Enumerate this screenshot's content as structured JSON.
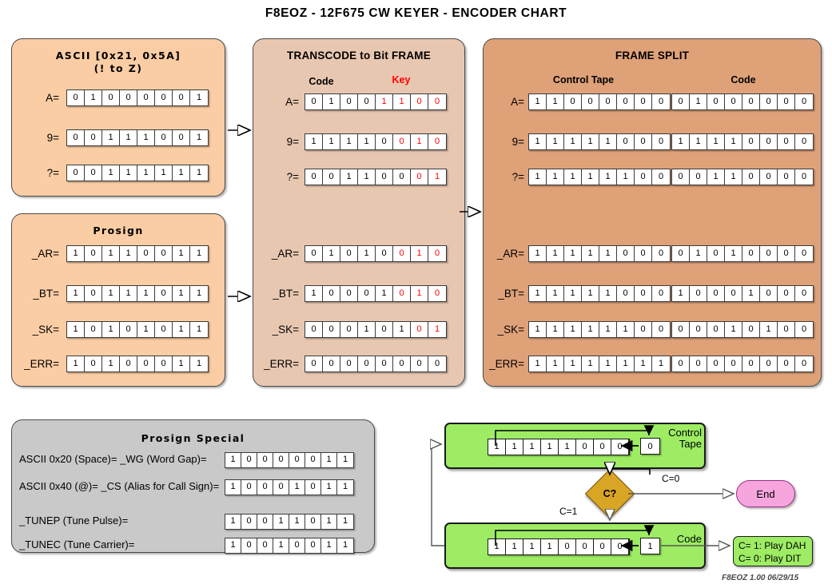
{
  "title": "F8EOZ - 12F675 CW KEYER - ENCODER CHART",
  "footer": "F8EOZ 1.00 06/29/15",
  "colors": {
    "panel_ascii": "#fbcda4",
    "panel_transcode": "#e8c7b1",
    "panel_split": "#dfa178",
    "panel_special": "#c9c9c9",
    "key_red": "#ff0000",
    "flow_green": "#9dec63",
    "decision_gold": "#d9a524",
    "end_pink": "#f6a6dd"
  },
  "panels": {
    "ascii": {
      "title_line1": "ASCII [0x21, 0x5A]",
      "title_line2": "(! to Z)",
      "rows": [
        {
          "label": "A=",
          "bits": [
            "0",
            "1",
            "0",
            "0",
            "0",
            "0",
            "0",
            "1"
          ]
        },
        {
          "label": "9=",
          "bits": [
            "0",
            "0",
            "1",
            "1",
            "1",
            "0",
            "0",
            "1"
          ]
        },
        {
          "label": "?=",
          "bits": [
            "0",
            "0",
            "1",
            "1",
            "1",
            "1",
            "1",
            "1"
          ]
        }
      ]
    },
    "prosign": {
      "title": "Prosign",
      "rows": [
        {
          "label": "_AR=",
          "bits": [
            "1",
            "0",
            "1",
            "1",
            "0",
            "0",
            "1",
            "1"
          ]
        },
        {
          "label": "_BT=",
          "bits": [
            "1",
            "0",
            "1",
            "1",
            "1",
            "0",
            "1",
            "1"
          ]
        },
        {
          "label": "_SK=",
          "bits": [
            "1",
            "0",
            "1",
            "0",
            "1",
            "0",
            "1",
            "1"
          ]
        },
        {
          "label": "_ERR=",
          "bits": [
            "1",
            "0",
            "1",
            "0",
            "0",
            "0",
            "1",
            "1"
          ]
        }
      ]
    },
    "transcode": {
      "title": "TRANSCODE to Bit FRAME",
      "header_code": "Code",
      "header_key": "Key",
      "rows_top": [
        {
          "label": "A=",
          "bits": [
            "0",
            "1",
            "0",
            "0",
            "1",
            "1",
            "0",
            "0"
          ],
          "red_from": 4
        },
        {
          "label": "9=",
          "bits": [
            "1",
            "1",
            "1",
            "1",
            "0",
            "0",
            "1",
            "0"
          ],
          "red_from": 5
        },
        {
          "label": "?=",
          "bits": [
            "0",
            "0",
            "1",
            "1",
            "0",
            "0",
            "0",
            "1"
          ],
          "red_from": 6
        }
      ],
      "rows_bottom": [
        {
          "label": "_AR=",
          "bits": [
            "0",
            "1",
            "0",
            "1",
            "0",
            "0",
            "1",
            "0"
          ],
          "red_from": 5
        },
        {
          "label": "_BT=",
          "bits": [
            "1",
            "0",
            "0",
            "0",
            "1",
            "0",
            "1",
            "0"
          ],
          "red_from": 5
        },
        {
          "label": "_SK=",
          "bits": [
            "0",
            "0",
            "0",
            "1",
            "0",
            "1",
            "0",
            "1"
          ],
          "red_from": 6
        },
        {
          "label": "_ERR=",
          "bits": [
            "0",
            "0",
            "0",
            "0",
            "0",
            "0",
            "0",
            "0"
          ],
          "red_from": 8
        }
      ]
    },
    "frame_split": {
      "title": "FRAME SPLIT",
      "header_control": "Control Tape",
      "header_code": "Code",
      "rows_top": [
        {
          "label": "A=",
          "control": [
            "1",
            "1",
            "0",
            "0",
            "0",
            "0",
            "0",
            "0"
          ],
          "code": [
            "0",
            "1",
            "0",
            "0",
            "0",
            "0",
            "0",
            "0"
          ]
        },
        {
          "label": "9=",
          "control": [
            "1",
            "1",
            "1",
            "1",
            "1",
            "0",
            "0",
            "0"
          ],
          "code": [
            "1",
            "1",
            "1",
            "1",
            "0",
            "0",
            "0",
            "0"
          ]
        },
        {
          "label": "?=",
          "control": [
            "1",
            "1",
            "1",
            "1",
            "1",
            "1",
            "0",
            "0"
          ],
          "code": [
            "0",
            "0",
            "1",
            "1",
            "0",
            "0",
            "0",
            "0"
          ]
        }
      ],
      "rows_bottom": [
        {
          "label": "_AR=",
          "control": [
            "1",
            "1",
            "1",
            "1",
            "1",
            "0",
            "0",
            "0"
          ],
          "code": [
            "0",
            "1",
            "0",
            "1",
            "0",
            "0",
            "0",
            "0"
          ]
        },
        {
          "label": "_BT=",
          "control": [
            "1",
            "1",
            "1",
            "1",
            "1",
            "0",
            "0",
            "0"
          ],
          "code": [
            "1",
            "0",
            "0",
            "0",
            "1",
            "0",
            "0",
            "0"
          ]
        },
        {
          "label": "_SK=",
          "control": [
            "1",
            "1",
            "1",
            "1",
            "1",
            "1",
            "0",
            "0"
          ],
          "code": [
            "0",
            "0",
            "0",
            "1",
            "0",
            "1",
            "0",
            "0"
          ]
        },
        {
          "label": "_ERR=",
          "control": [
            "1",
            "1",
            "1",
            "1",
            "1",
            "1",
            "1",
            "1"
          ],
          "code": [
            "0",
            "0",
            "0",
            "0",
            "0",
            "0",
            "0",
            "0"
          ]
        }
      ]
    },
    "prosign_special": {
      "title": "Prosign Special",
      "rows": [
        {
          "label": "ASCII 0x20 (Space)= _WG (Word Gap)=",
          "bits": [
            "1",
            "0",
            "0",
            "0",
            "0",
            "0",
            "1",
            "1"
          ]
        },
        {
          "label": "ASCII 0x40 (@)= _CS (Alias for Call Sign)=",
          "bits": [
            "1",
            "0",
            "0",
            "0",
            "1",
            "0",
            "1",
            "1"
          ]
        },
        {
          "label": "_TUNEP (Tune Pulse)=",
          "bits": [
            "1",
            "0",
            "0",
            "1",
            "1",
            "0",
            "1",
            "1"
          ]
        },
        {
          "label": "_TUNEC (Tune Carrier)=",
          "bits": [
            "1",
            "0",
            "0",
            "1",
            "0",
            "0",
            "1",
            "1"
          ]
        }
      ]
    }
  },
  "flowchart": {
    "control_tape": {
      "name_line1": "Control",
      "name_line2": "Tape",
      "register": [
        "1",
        "1",
        "1",
        "1",
        "1",
        "0",
        "0",
        "0"
      ],
      "output": "0"
    },
    "code": {
      "name_line1": "Code",
      "name_line2": "",
      "register": [
        "1",
        "1",
        "1",
        "1",
        "0",
        "0",
        "0",
        "0"
      ],
      "output": "1"
    },
    "decision": "C?",
    "edge_c0": "C=0",
    "edge_c1": "C=1",
    "end_label": "End",
    "play_line1": "C= 1: Play DAH",
    "play_line2": "C= 0: Play DIT"
  }
}
